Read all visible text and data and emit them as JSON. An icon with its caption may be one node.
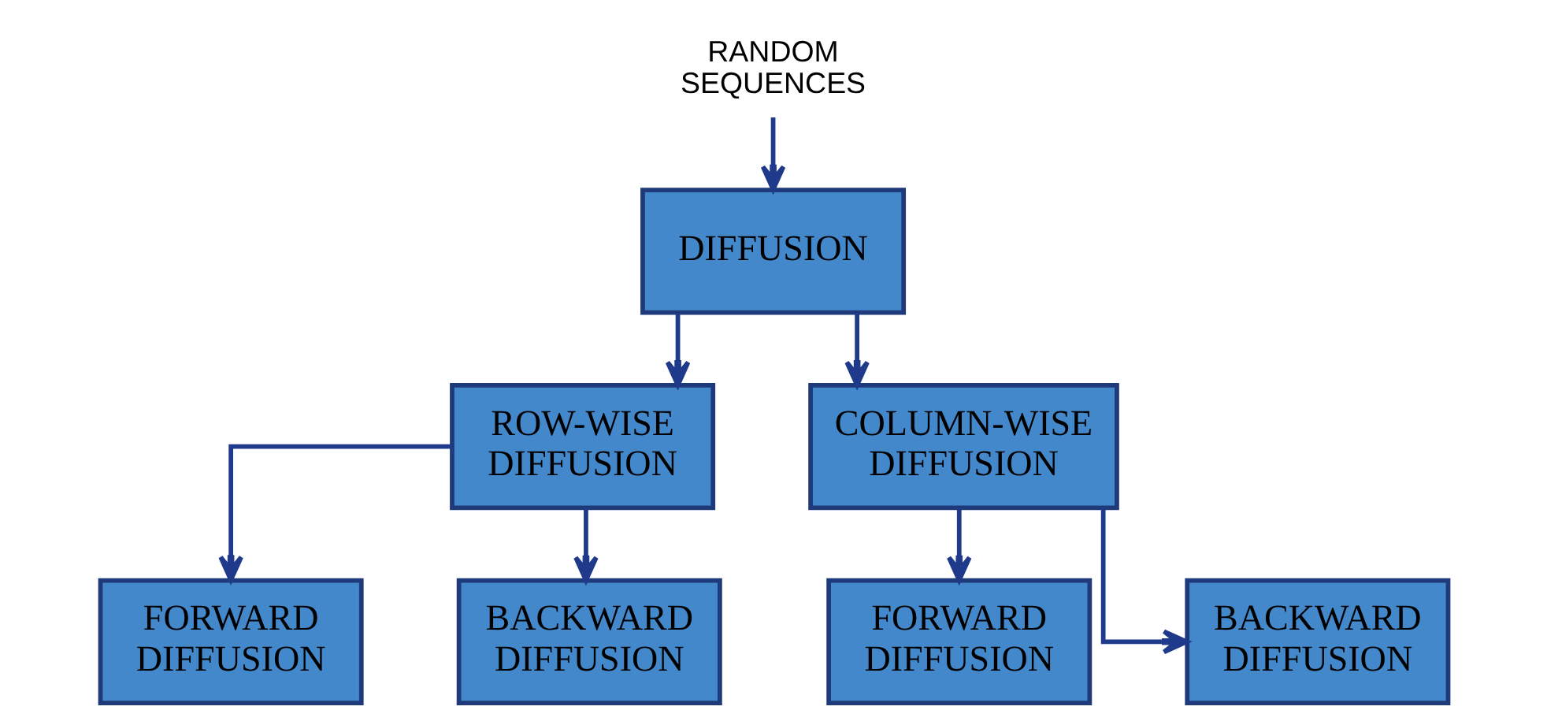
{
  "diagram": {
    "nodes": [
      {
        "text": [
          "RANDOM SEQUENCES"
        ]
      },
      {
        "text": [
          "DIFFUSION"
        ]
      },
      {
        "text": [
          "ROW-WISE DIFFUSION"
        ]
      },
      {
        "text": [
          "COLUMN-WISE DIFFUSION"
        ]
      },
      {
        "text": [
          "FORWARD DIFFUSION"
        ]
      },
      {
        "text": [
          "BACKWARD DIFFUSION"
        ]
      },
      {
        "text": [
          "FORWARD DIFFUSION"
        ]
      },
      {
        "text": [
          "BACKWARD DIFFUSION"
        ]
      }
    ],
    "edges": [
      {
        "from": 0,
        "to": 1,
        "arrow": "to"
      },
      {
        "from": 1,
        "to": 2,
        "arrow": "to"
      },
      {
        "from": 1,
        "to": 3,
        "arrow": "to"
      },
      {
        "from": 2,
        "to": 4,
        "arrow": "to"
      },
      {
        "from": 2,
        "to": 5,
        "arrow": "to"
      },
      {
        "from": 3,
        "to": 6,
        "arrow": "to"
      },
      {
        "from": 3,
        "to": 7,
        "arrow": "to"
      }
    ]
  }
}
